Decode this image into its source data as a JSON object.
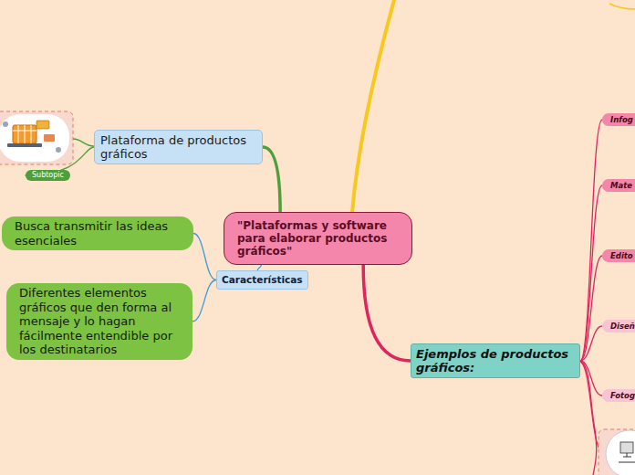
{
  "diagram": {
    "nodes": [
      {
        "text": [
          "\"Plataformas y software para elaborar productos gráficos\""
        ]
      },
      {
        "text": [
          "Plataforma de productos gráficos"
        ]
      },
      {
        "text": [
          "Subtopic"
        ]
      },
      {
        "text": [
          "Características"
        ]
      },
      {
        "text": [
          "Busca transmitir las ideas esenciales"
        ]
      },
      {
        "text": [
          "Diferentes elementos gráficos que den forma al mensaje y lo hagan fácilmente entendible por los destinatarios"
        ]
      },
      {
        "text": [
          "Ejemplos de productos gráficos:"
        ]
      },
      {
        "text": [
          "Infog"
        ]
      },
      {
        "text": [
          "Mate"
        ]
      },
      {
        "text": [
          "Edito"
        ]
      },
      {
        "text": [
          "Diseñ"
        ]
      },
      {
        "text": [
          "Fotog"
        ]
      }
    ],
    "edges": [
      {
        "from": 0,
        "to": 1,
        "arrow": "none"
      },
      {
        "from": 1,
        "to": 2,
        "arrow": "none"
      },
      {
        "from": 0,
        "to": 3,
        "arrow": "none"
      },
      {
        "from": 3,
        "to": 4,
        "arrow": "none"
      },
      {
        "from": 3,
        "to": 5,
        "arrow": "none"
      },
      {
        "from": 0,
        "to": 6,
        "arrow": "none"
      },
      {
        "from": 6,
        "to": 7,
        "arrow": "none"
      },
      {
        "from": 6,
        "to": 8,
        "arrow": "none"
      },
      {
        "from": 6,
        "to": 9,
        "arrow": "none"
      },
      {
        "from": 6,
        "to": 10,
        "arrow": "none"
      },
      {
        "from": 6,
        "to": 11,
        "arrow": "none"
      }
    ]
  }
}
